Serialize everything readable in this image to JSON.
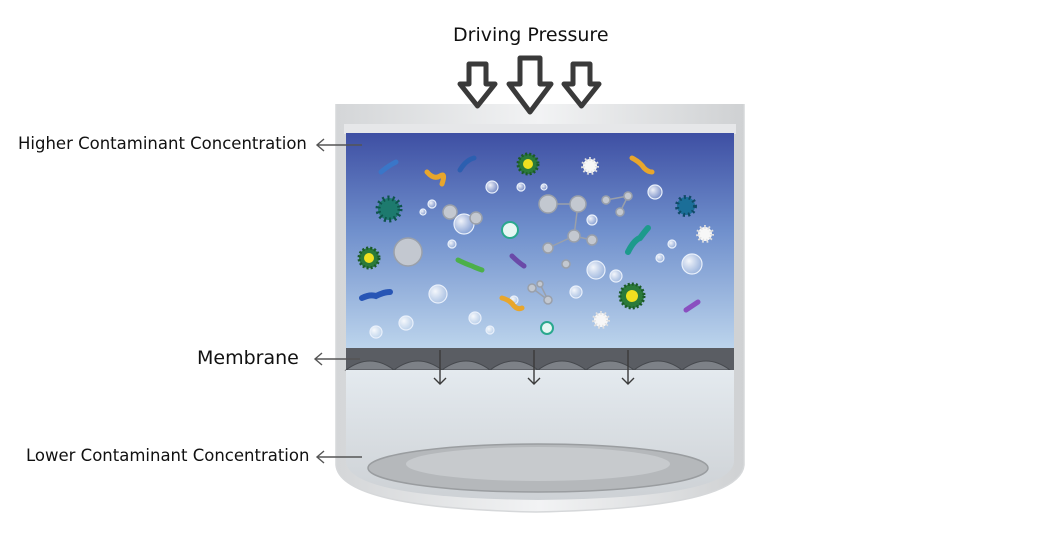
{
  "title": "Driving Pressure",
  "labels": {
    "higher": "Higher Contaminant Concentration",
    "membrane": "Membrane",
    "lower": "Lower Contaminant Concentration"
  },
  "colors": {
    "water_top": "#3e4fa3",
    "water_mid": "#6f8fcc",
    "water_bottom": "#b9d2ec",
    "membrane": "#55585e",
    "arrow": "#3a3a3a",
    "glass": "#dcdee0"
  },
  "icons": [
    "pressure-arrow-icon",
    "bacteria-icon",
    "virus-icon",
    "radioactive-particle-icon",
    "molecule-icon",
    "bubble-icon",
    "flow-arrow-icon"
  ]
}
